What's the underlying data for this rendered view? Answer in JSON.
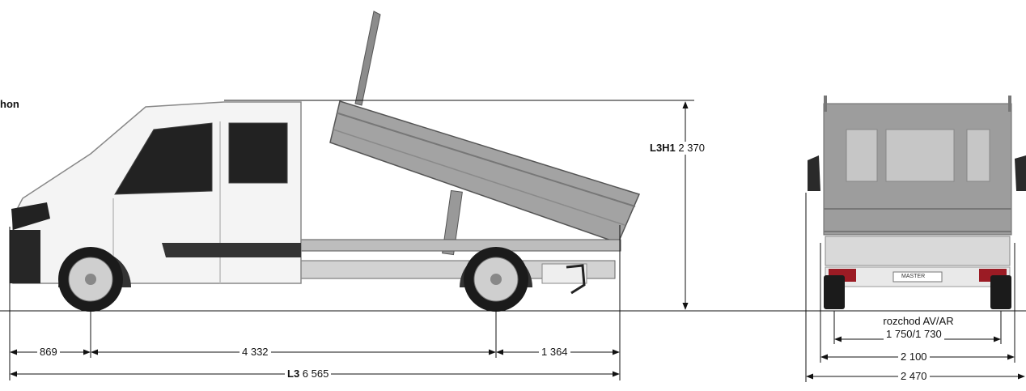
{
  "title_fragment": "hon",
  "height": {
    "code": "L3H1",
    "value": "2 370"
  },
  "side": {
    "front_overhang": "869",
    "wheelbase": "4 332",
    "rear_overhang": "1 364",
    "length_code": "L3",
    "length_value": "6 565"
  },
  "rear": {
    "track_label": "rozchod AV/AR",
    "track_value": "1 750/1 730",
    "width_body": "2 100",
    "width_mirrors": "2 470",
    "badge": "MASTER"
  },
  "colors": {
    "line": "#111111",
    "cab_body": "#f4f4f4",
    "tipper": "#9a9a9a",
    "tipper_dark": "#7e7e7e",
    "tail_light": "#9b1b24"
  }
}
